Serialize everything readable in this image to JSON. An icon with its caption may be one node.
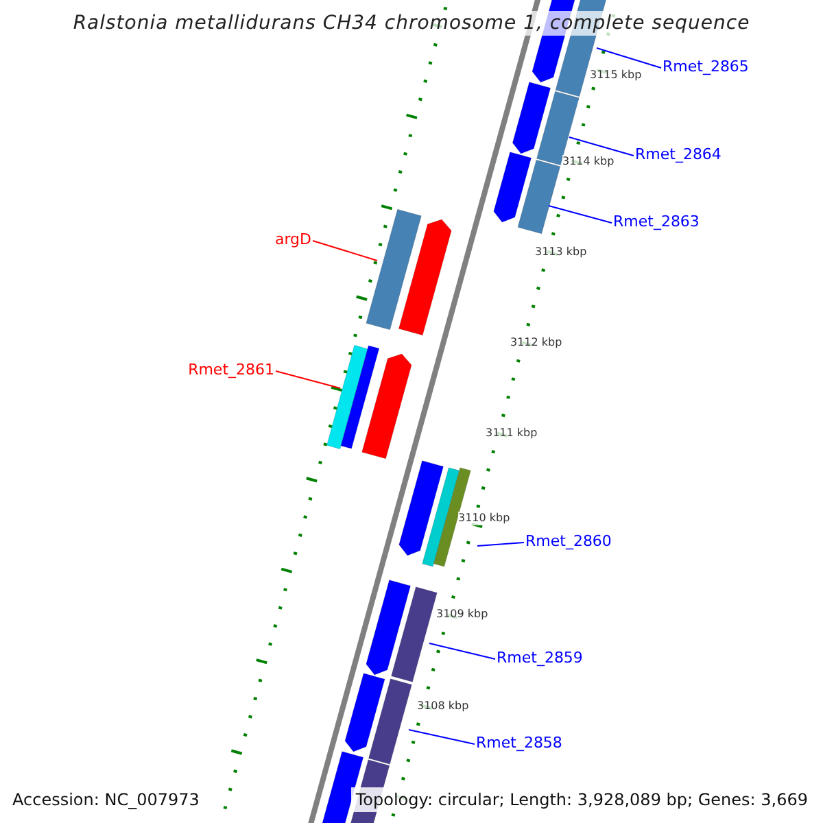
{
  "diagram": {
    "title": "Ralstonia metallidurans CH34 chromosome 1, complete sequence",
    "nodes": [
      {
        "text": [
          "Rmet_2865"
        ]
      },
      {
        "text": [
          "Rmet_2864"
        ]
      },
      {
        "text": [
          "Rmet_2863"
        ]
      },
      {
        "text": [
          "argD"
        ]
      },
      {
        "text": [
          "Rmet_2861"
        ]
      },
      {
        "text": [
          "Rmet_2860"
        ]
      },
      {
        "text": [
          "Rmet_2859"
        ]
      },
      {
        "text": [
          "Rmet_2858"
        ]
      }
    ],
    "edges": [
      {
        "from": 0,
        "to": null,
        "arrow": "none"
      },
      {
        "from": 1,
        "to": null,
        "arrow": "none"
      },
      {
        "from": 2,
        "to": null,
        "arrow": "none"
      },
      {
        "from": 3,
        "to": null,
        "arrow": "none",
        "color": "#ff0000"
      },
      {
        "from": 4,
        "to": null,
        "arrow": "none",
        "color": "#ff0000"
      },
      {
        "from": 5,
        "to": null,
        "arrow": "none"
      },
      {
        "from": 6,
        "to": null,
        "arrow": "none"
      },
      {
        "from": 7,
        "to": null,
        "arrow": "none"
      }
    ],
    "labels": [
      "3115 kbp",
      "3114 kbp",
      "3113 kbp",
      "3112 kbp",
      "3111 kbp",
      "3110 kbp",
      "3109 kbp",
      "3108 kbp",
      "Accession: NC_007973",
      "Topology: circular; Length: 3,928,089 bp; Genes: 3,669"
    ]
  }
}
